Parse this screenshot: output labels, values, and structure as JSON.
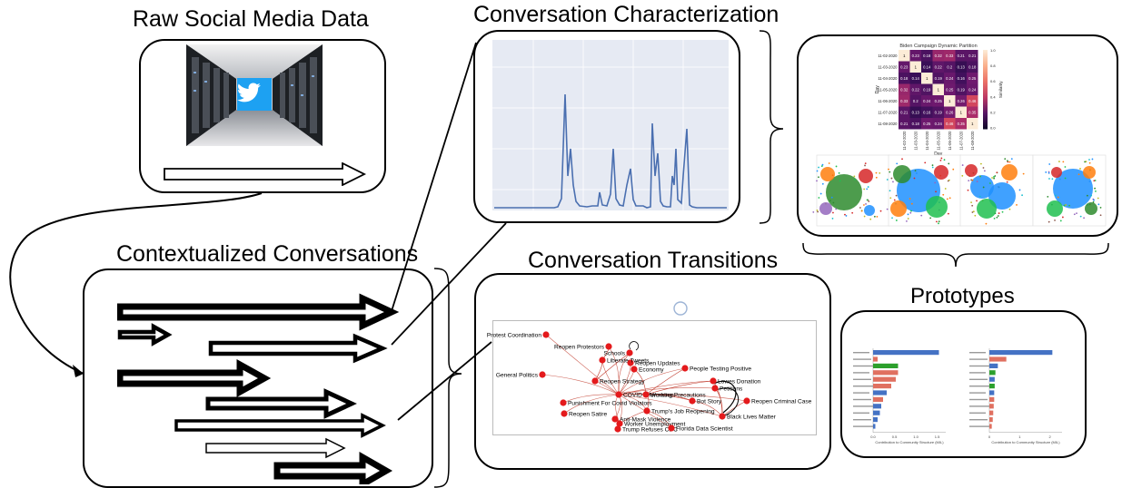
{
  "titles": {
    "raw": "Raw Social Media Data",
    "characterization": "Conversation Characterization",
    "contextualized": "Contextualized Conversations",
    "transitions": "Conversation Transitions",
    "prototypes": "Prototypes"
  },
  "heatmap": {
    "title": "Biden Campaign Dynamic Partition",
    "xlabel": "Day",
    "ylabel": "Day",
    "colorbar_label": "Similarity",
    "colorbar_ticks": [
      "1.0",
      "0.8",
      "0.6",
      "0.4",
      "0.2",
      "0.0"
    ],
    "days": [
      "11-02-2020",
      "11-03-2020",
      "11-04-2020",
      "11-05-2020",
      "11-06-2020",
      "11-07-2020",
      "11-08-2020"
    ],
    "values": [
      [
        1,
        0.23,
        0.18,
        0.32,
        0.33,
        0.21,
        0.21
      ],
      [
        0.23,
        1,
        0.14,
        0.22,
        0.2,
        0.13,
        0.18
      ],
      [
        0.18,
        0.14,
        1,
        0.19,
        0.24,
        0.16,
        0.25
      ],
      [
        0.32,
        0.22,
        0.19,
        1,
        0.25,
        0.19,
        0.24
      ],
      [
        0.33,
        0.2,
        0.24,
        0.25,
        1,
        0.26,
        0.46
      ],
      [
        0.21,
        0.13,
        0.16,
        0.19,
        0.26,
        1,
        0.35
      ],
      [
        0.21,
        0.18,
        0.25,
        0.24,
        0.46,
        0.35,
        1
      ]
    ]
  },
  "network_labels": [
    "Protest Coordination",
    "Reopen Protestors",
    "Schools",
    "Reopen Updates",
    "Liberate Tweets",
    "Economy",
    "People Testing Positive",
    "General Politics",
    "Reopen Strategy",
    "Lowes Donation",
    "Petitions",
    "COVID Information",
    "Working Precautions",
    "Reopen Criminal Case",
    "Punishment For Covid Violators",
    "Bot Story",
    "Reopen Satire",
    "Trump's Job Reopening",
    "Black Lives Matter",
    "Anti-Mask Violence",
    "Worker Unemployment",
    "Trump Refuses CDC",
    "Florida Data Scientist"
  ],
  "bars_left": {
    "xlabel": "Contribution to Community Structure (MIL)",
    "ticks": [
      "0.0",
      "0.5",
      "1.0",
      "1.5"
    ]
  },
  "bars_right": {
    "xlabel": "Contribution to Community Structure (MIL)",
    "ticks": [
      "0",
      "1",
      "2"
    ]
  },
  "colors": {
    "line": "#4a6fb0",
    "plot_bg": "#e6eaf3",
    "node": "#e41a1c",
    "edge": "#c0392b",
    "bar_blue": "#4472c4",
    "bar_green": "#2ca02c",
    "bar_red": "#e07060",
    "twitter": "#1da1f2"
  },
  "icons": [
    "twitter-icon"
  ]
}
